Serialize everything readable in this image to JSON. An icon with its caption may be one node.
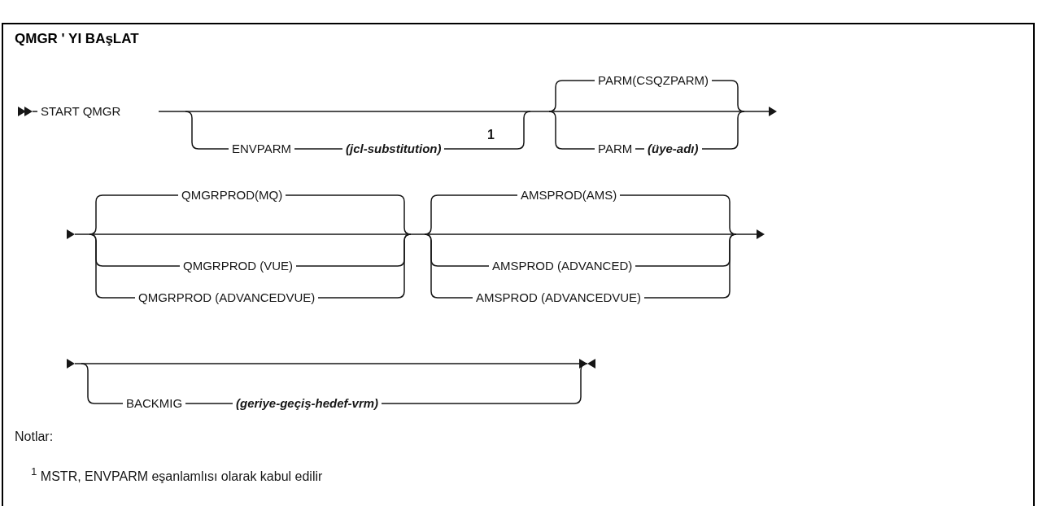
{
  "diagram": {
    "title": "QMGR ' YI BAşLAT",
    "labels": [
      "START QMGR",
      "ENVPARM",
      "(jcl-substitution)",
      "1",
      "PARM(CSQZPARM)",
      "PARM",
      "(üye-adı)",
      "QMGRPROD(MQ)",
      "QMGRPROD (VUE)",
      "QMGRPROD (ADVANCEDVUE)",
      "AMSPROD(AMS)",
      "AMSPROD (ADVANCED)",
      "AMSPROD (ADVANCEDVUE)",
      "BACKMIG",
      "(geriye-geçiş-hedef-vrm)",
      "Notlar:",
      "$^{1}$ MSTR, ENVPARM eşanlamlısı olarak kabul edilir"
    ]
  }
}
